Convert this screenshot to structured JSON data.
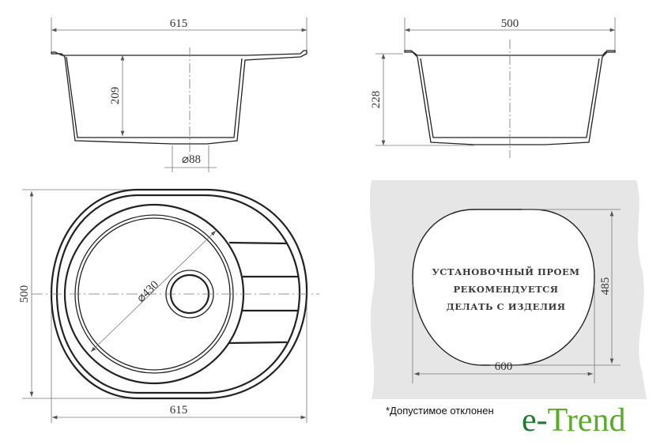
{
  "side_view_left": {
    "width_label": "615",
    "depth_label": "209",
    "drain_label": "⌀88"
  },
  "side_view_right": {
    "width_label": "500",
    "depth_label": "228"
  },
  "plan_view": {
    "height_label": "500",
    "width_label": "615",
    "bowl_label": "⌀430"
  },
  "cutout": {
    "note_lines": [
      "УСТАНОВОЧНЫЙ ПРОЕМ",
      "РЕКОМЕНДУЕТСЯ",
      "ДЕЛАТЬ С ИЗДЕЛИЯ"
    ],
    "height_label": "485",
    "width_label": "600",
    "background_color": "#e6e6e6"
  },
  "footnote": "*Допустимое отклонен",
  "logo": {
    "text_e": "e-",
    "text_trend": "Trend",
    "color_dark": "#1e7a2e",
    "color_light": "#6fbf2a"
  }
}
